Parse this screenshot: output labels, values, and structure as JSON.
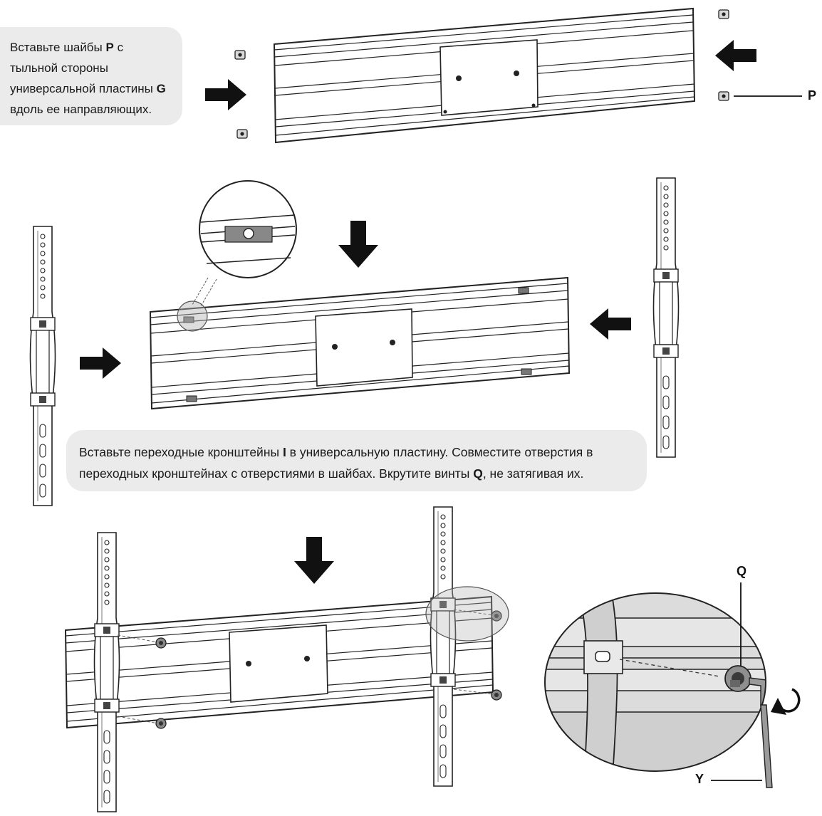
{
  "step1": {
    "pre": "Вставьте шайбы ",
    "b1": "P",
    "mid": " с тыльной стороны универсальной пластины ",
    "b2": "G",
    "post": " вдоль ее направляющих."
  },
  "step2": {
    "pre": "Вставьте переходные кронштейны ",
    "b1": "I",
    "mid": " в универсальную пластину. Совместите отверстия в переходных кронштейнах с отверстиями в шайбах. Вкрутите винты ",
    "b2": "Q",
    "post": ", не затягивая их."
  },
  "labels": {
    "p": "P",
    "q": "Q",
    "y": "Y"
  }
}
